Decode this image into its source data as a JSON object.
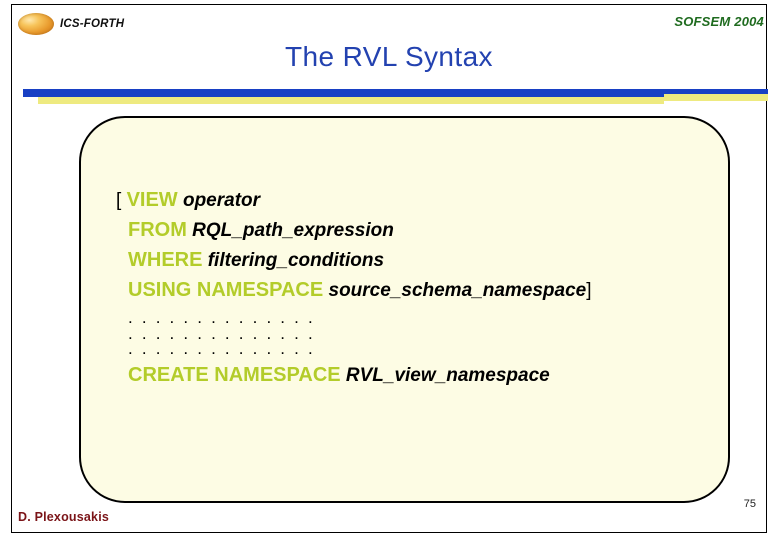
{
  "header": {
    "logo_icon": "forth-logo-icon",
    "organization": "ICS-FORTH",
    "conference": "SOFSEM 2004"
  },
  "title": "The RVL Syntax",
  "syntax": {
    "lines": [
      {
        "id": "view",
        "bracket_open": "[",
        "keyword": "VIEW",
        "param": "operator"
      },
      {
        "id": "from",
        "keyword": "FROM",
        "param": "RQL_path_expression"
      },
      {
        "id": "where",
        "keyword": "WHERE",
        "param": "filtering_conditions"
      },
      {
        "id": "using-namespace",
        "keyword": "USING NAMESPACE",
        "param": "source_schema_namespace",
        "bracket_close": "]"
      }
    ],
    "ellipsis_rows": [
      ". . . . . . . . . . . . . .",
      ". . . . . . . . . . . . . .",
      ". . . . . . . . . . . . . ."
    ],
    "create_line": {
      "id": "create-namespace",
      "keyword": "CREATE NAMESPACE",
      "param": "RVL_view_namespace"
    }
  },
  "footer": {
    "author": "D. Plexousakis",
    "page_number": "75"
  },
  "colors": {
    "title_blue": "#2342b0",
    "keyword_olive": "#b3cc2a",
    "conference_green": "#1f6b1f",
    "author_maroon": "#7b1418",
    "rule_blue": "#1840c4",
    "rule_yellow": "#eeea80",
    "panel_fill": "#fdfce4"
  }
}
